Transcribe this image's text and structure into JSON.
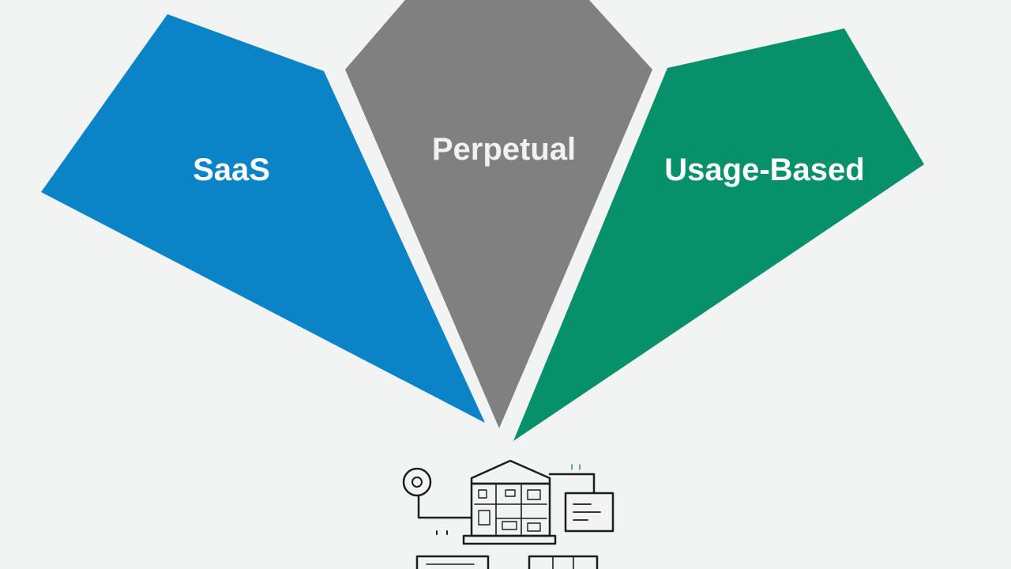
{
  "segments": [
    {
      "id": "saas",
      "label": "SaaS",
      "color": "#0a84c6",
      "label_color": "#ffffff"
    },
    {
      "id": "perpetual",
      "label": "Perpetual",
      "color": "#808080",
      "label_color": "#f1f1f1"
    },
    {
      "id": "usage",
      "label": "Usage-Based",
      "color": "#06916a",
      "label_color": "#ffffff"
    }
  ],
  "background": "#f2f3f3",
  "icon": "smart-home-network-icon"
}
